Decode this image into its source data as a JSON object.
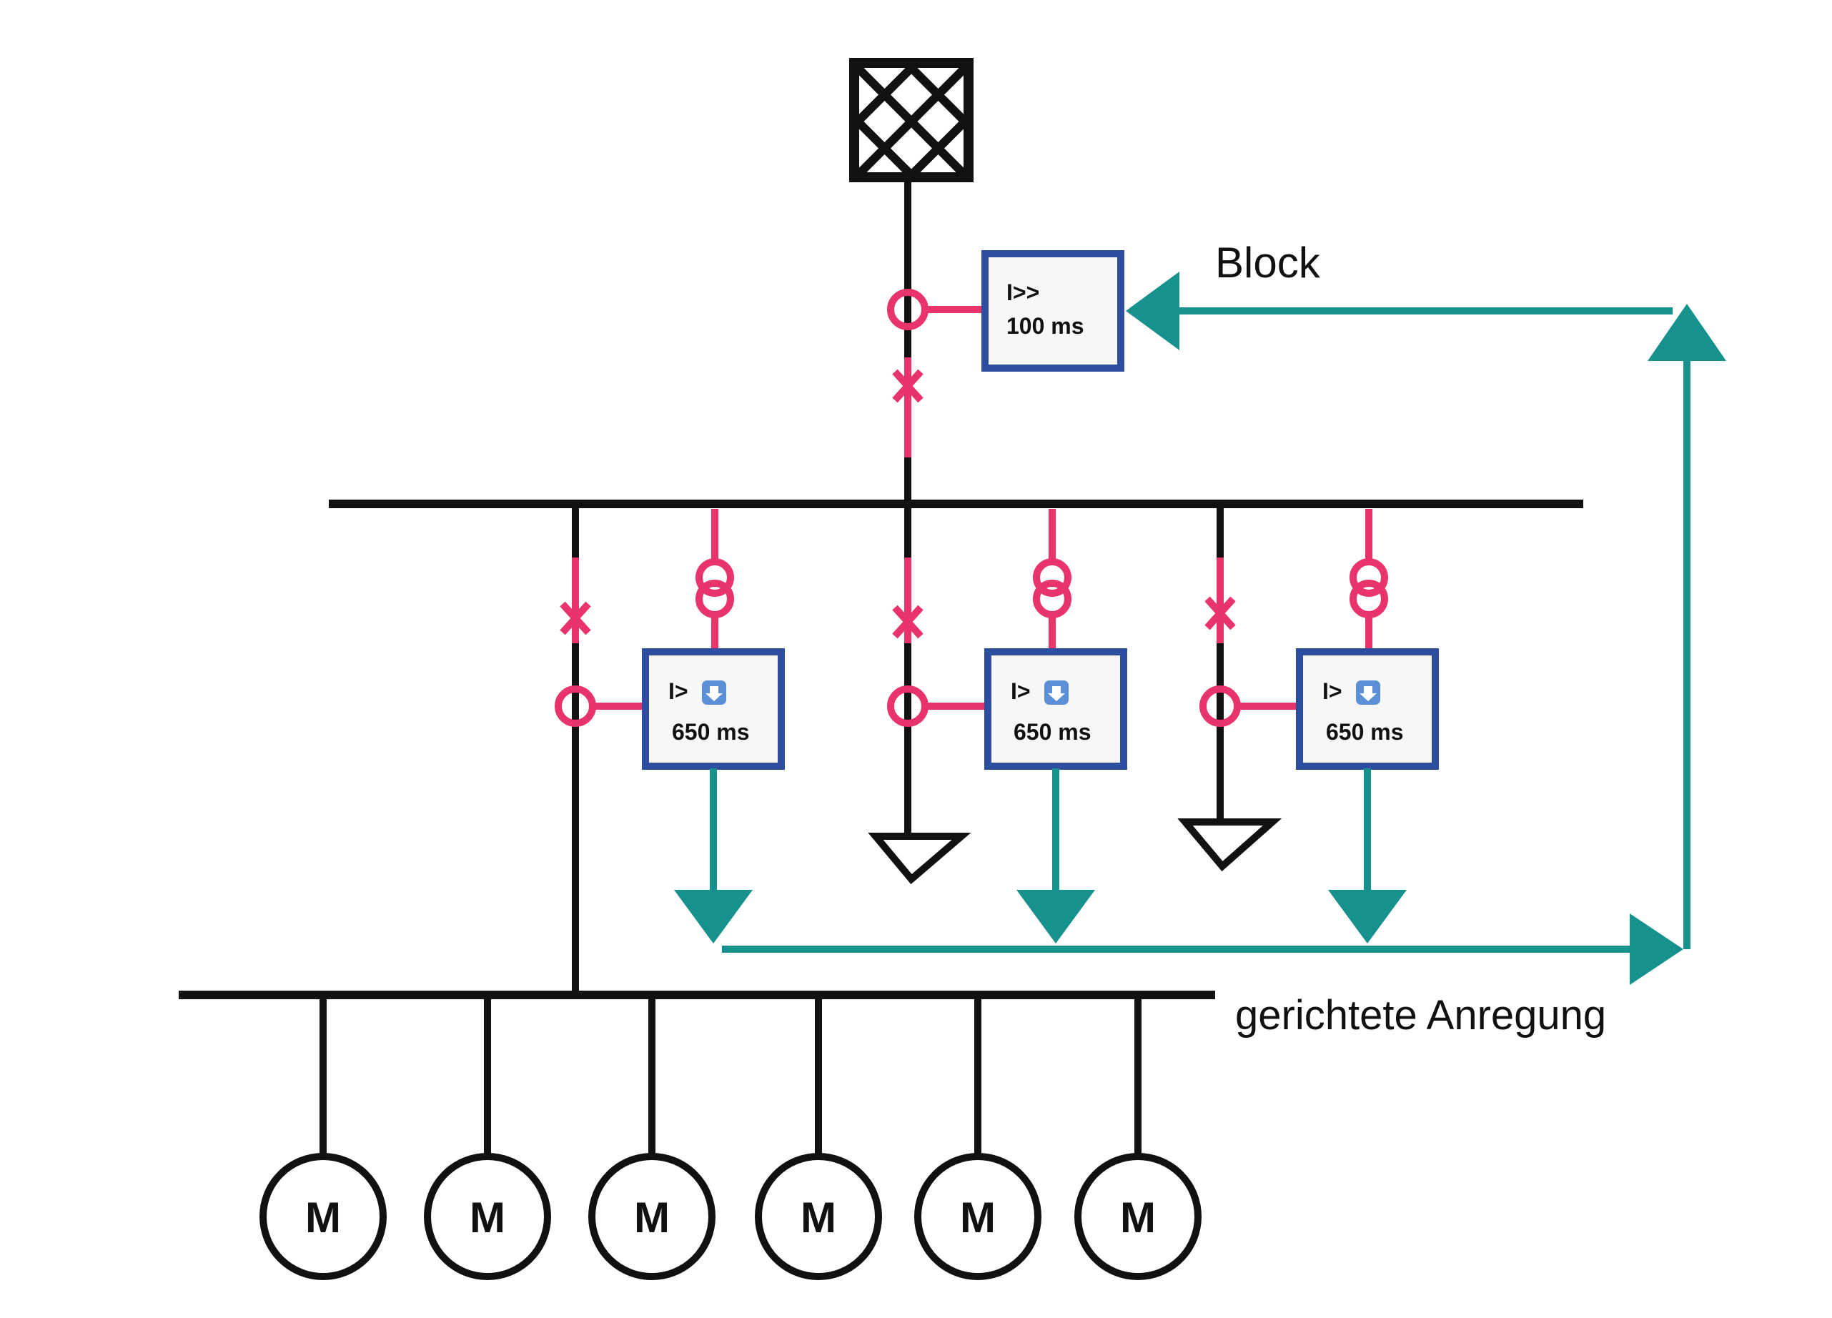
{
  "colors": {
    "line": "#111111",
    "device": "#e8346a",
    "relay_border": "#2d4da0",
    "signal": "#16918d",
    "down_icon": "#5b8fd6"
  },
  "labels": {
    "block": "Block",
    "directional_pickup": "gerichtete Anregung"
  },
  "incomer_relay": {
    "function": "I>>",
    "delay": "100 ms"
  },
  "feeder_relays": [
    {
      "function": "I>",
      "icon": "down-arrow-icon",
      "delay": "650 ms"
    },
    {
      "function": "I>",
      "icon": "down-arrow-icon",
      "delay": "650 ms"
    },
    {
      "function": "I>",
      "icon": "down-arrow-icon",
      "delay": "650 ms"
    }
  ],
  "motors": [
    {
      "label": "M"
    },
    {
      "label": "M"
    },
    {
      "label": "M"
    },
    {
      "label": "M"
    },
    {
      "label": "M"
    },
    {
      "label": "M"
    }
  ]
}
